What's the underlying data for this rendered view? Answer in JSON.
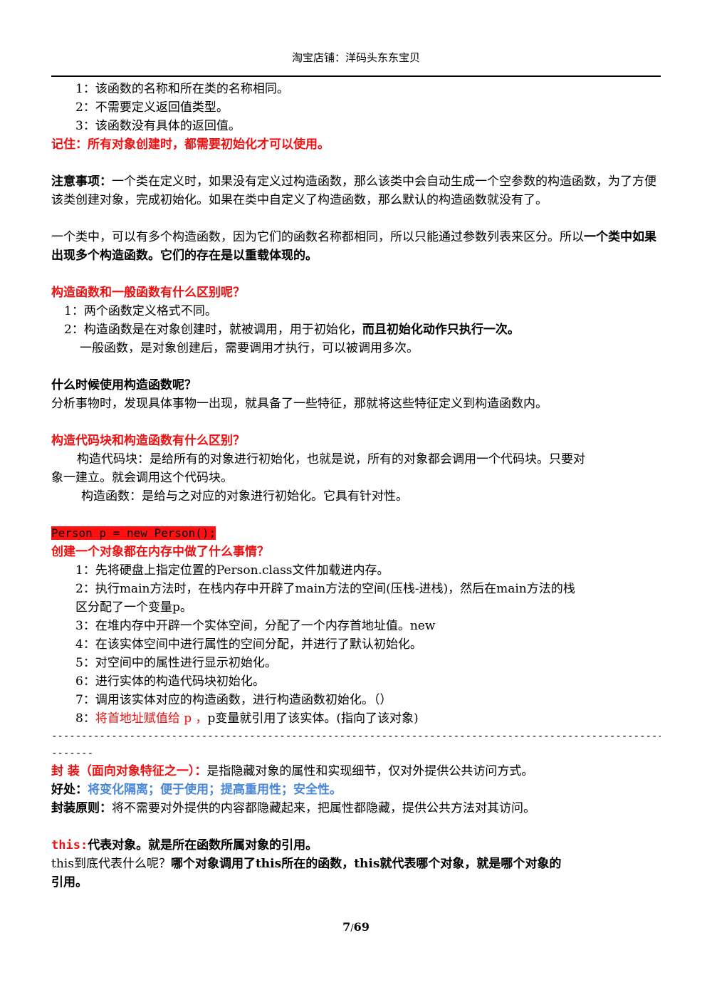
{
  "header": {
    "title": "淘宝店铺：洋码头东东宝贝"
  },
  "items": [
    "1：该函数的名称和所在类的名称相同。",
    "2：不需要定义返回值类型。",
    "3：该函数没有具体的返回值。"
  ],
  "remember": "记住：所有对象创建时，都需要初始化才可以使用。",
  "notice": {
    "label": "注意事项：",
    "text": "一个类在定义时，如果没有定义过构造函数，那么该类中会自动生成一个空参数的构造函数，为了方便该类创建对象，完成初始化。如果在类中自定义了构造函数，那么默认的构造函数就没有了。"
  },
  "overload": {
    "text": "一个类中，可以有多个构造函数，因为它们的函数名称都相同，所以只能通过参数列表来区分。所以",
    "bold": "一个类中如果出现多个构造函数。它们的存在是以重载体现的。"
  },
  "diff_section": {
    "heading": "构造函数和一般函数有什么区别呢？",
    "line1": "1：两个函数定义格式不同。",
    "line2_text": "2：构造函数是在对象创建时，就被调用，用于初始化，",
    "line2_bold": "而且初始化动作只执行一次。",
    "line3": "一般函数，是对象创建后，需要调用才执行，可以被调用多次。"
  },
  "when_section": {
    "heading": "什么时候使用构造函数呢？",
    "text": "分析事物时，发现具体事物一出现，就具备了一些特征，那就将这些特征定义到构造函数内。"
  },
  "block_section": {
    "heading": "构造代码块和构造函数有什么区别？",
    "line1a": "构造代码块：是给所有的对象进行初始化，也就是说，所有的对象都会调用一个代码块。只要对",
    "line1b": "象一建立。就会调用这个代码块。",
    "line2": "构造函数：是给与之对应的对象进行初始化。它具有针对性。"
  },
  "memory_section": {
    "code": "Person p = new Person();",
    "heading": "创建一个对象都在内存中做了什么事情？",
    "steps": [
      "1：先将硬盘上指定位置的Person.class文件加载进内存。",
      "2：执行main方法时，在栈内存中开辟了main方法的空间(压栈-进栈)，然后在main方法的栈",
      "区分配了一个变量p。",
      "3：在堆内存中开辟一个实体空间，分配了一个内存首地址值。new",
      "4：在该实体空间中进行属性的空间分配，并进行了默认初始化。",
      "5：对空间中的属性进行显示初始化。",
      "6：进行实体的构造代码块初始化。",
      "7：调用该实体对应的构造函数，进行构造函数初始化。（）"
    ],
    "step8_prefix": "8：",
    "step8_red": "将首地址赋值给 p ，",
    "step8_rest": "p变量就引用了该实体。(指向了该对象)"
  },
  "divider": {
    "line1": "-------------------------------------------------------------------------------------------------------------",
    "line2": "-------"
  },
  "encap": {
    "label": "封 装（面向对象特征之一）：",
    "text": "是指隐藏对象的属性和实现细节，仅对外提供公共访问方式。",
    "benefit_label": "好处：",
    "benefit_text": "将变化隔离；便于使用；提高重用性；安全性。",
    "principle_label": "封装原则：",
    "principle_text": "将不需要对外提供的内容都隐藏起来，把属性都隐藏，提供公共方法对其访问。"
  },
  "this_section": {
    "label": "this:",
    "heading_text": "代表对象。就是所在函数所属对象的引用。",
    "q_prefix": "this到底代表什么呢？",
    "q_bold": "哪个对象调用了this所在的函数，this就代表哪个对象，就是哪个对象的",
    "q_bold2": "引用。"
  },
  "footer": {
    "page": "7",
    "sep": "/",
    "total": "69"
  },
  "colors": {
    "red": "#ee1111",
    "blue": "#4a86d8",
    "highlight": "#ff1111"
  }
}
